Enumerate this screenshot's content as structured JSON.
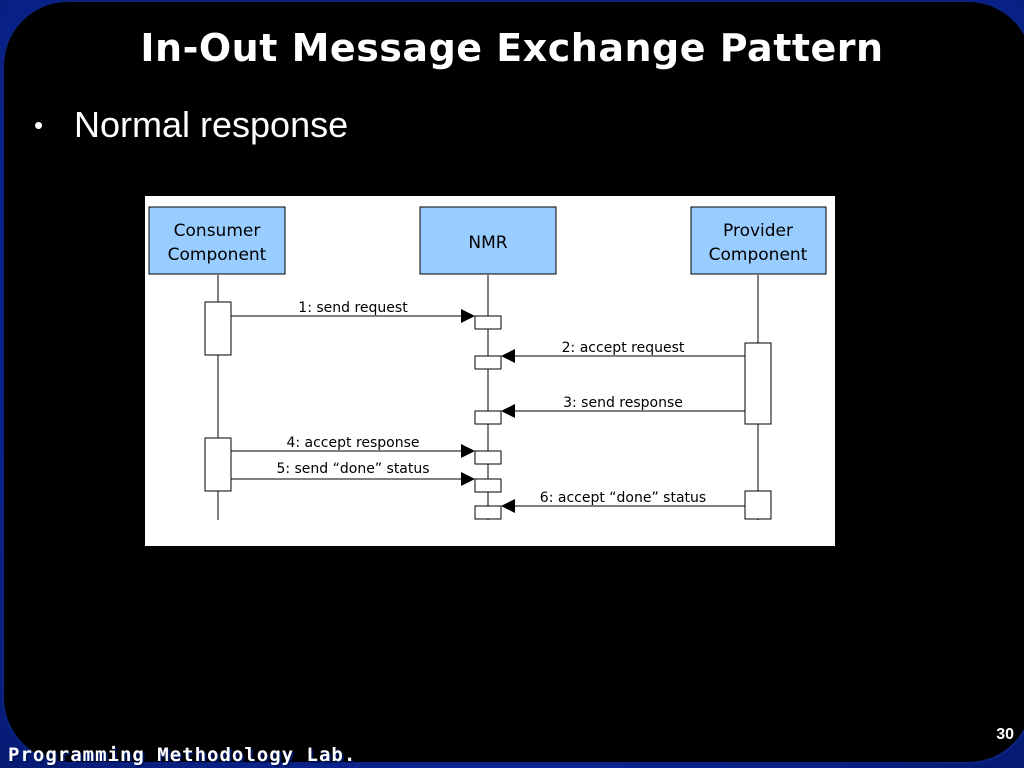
{
  "slide": {
    "title": "In-Out Message Exchange Pattern",
    "bullet": "Normal response",
    "page_number": "30",
    "footer": "Programming Methodology Lab."
  },
  "diagram": {
    "participants": [
      {
        "line1": "Consumer",
        "line2": "Component"
      },
      {
        "line1": "NMR",
        "line2": ""
      },
      {
        "line1": "Provider",
        "line2": "Component"
      }
    ],
    "messages": [
      {
        "label": "1: send request",
        "from": 0,
        "to": 1
      },
      {
        "label": "2: accept request",
        "from": 2,
        "to": 1
      },
      {
        "label": "3: send response",
        "from": 2,
        "to": 1
      },
      {
        "label": "4: accept response",
        "from": 0,
        "to": 1
      },
      {
        "label": "5: send “done” status",
        "from": 0,
        "to": 1
      },
      {
        "label": "6: accept “done” status",
        "from": 2,
        "to": 1
      }
    ],
    "colors": {
      "box_fill": "#99ccff",
      "line": "#000000"
    }
  }
}
